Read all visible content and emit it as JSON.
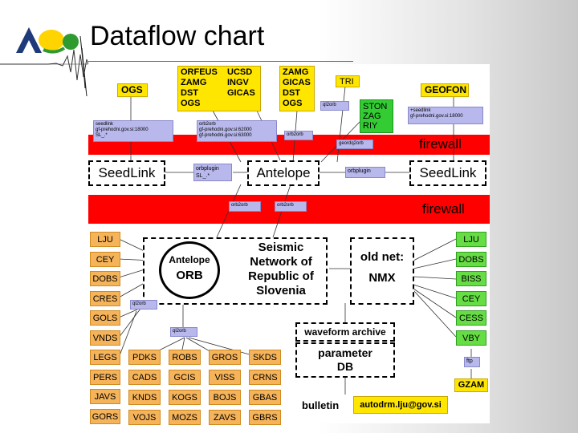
{
  "title": "Dataflow chart",
  "sources": {
    "ogs": "OGS",
    "orfeus": [
      "ORFEUS",
      "ZAMG",
      "DST",
      "OGS"
    ],
    "ucsd": [
      "UCSD",
      "INGV",
      "GICAS"
    ],
    "zamg": [
      "ZAMG",
      "GICAS",
      "DST",
      "OGS"
    ],
    "tri": "TRI",
    "geofon": "GEOFON",
    "ston": [
      "STON",
      "ZAG",
      "RIY"
    ]
  },
  "links": {
    "seedlink_left": [
      "seedlink",
      "gf-prehodni.gov.si:18000",
      "SL_.*"
    ],
    "orb2orb_top": [
      "orb2orb",
      "gf-prehodni.gov.si:62000",
      "gf-prehodni.gov.si:63000"
    ],
    "ql2orb_top": "ql2orb",
    "orb2orb_small": "orb2orb",
    "geoinfo": "geordq2orb",
    "seedlink_right": [
      "+seedlink",
      "gf-prehodni.gov.si:18000"
    ],
    "orbplugin_left": [
      "orbplugin",
      "SL_.*"
    ],
    "orbplugin_right": "orbplugin",
    "orb2orb_mid1": "orb2orb",
    "orb2orb_mid2": "orb2orb",
    "ql2orb_low1": "ql2orb",
    "ql2orb_low2": "ql2orb",
    "ftp": "ftp"
  },
  "firewall": "firewall",
  "nodes": {
    "seedlink_left": "SeedLink",
    "antelope_mid": "Antelope",
    "seedlink_right": "SeedLink",
    "antelope_orb": [
      "Antelope",
      "ORB"
    ],
    "seismic": [
      "Seismic",
      "Network of",
      "Republic of",
      "Slovenia"
    ],
    "oldnet": [
      "old net:",
      "NMX"
    ],
    "waveform": "waveform archive",
    "paramdb": [
      "parameter",
      "DB"
    ],
    "bulletin": "bulletin",
    "autodrm": "autodrm.lju@gov.si"
  },
  "stations_left": [
    "LJU",
    "CEY",
    "DOBS",
    "CRES",
    "GOLS",
    "VNDS",
    "LEGS",
    "PERS",
    "JAVS",
    "GORS"
  ],
  "stations_grid": [
    [
      "PDKS",
      "ROBS",
      "GROS",
      "SKDS"
    ],
    [
      "CADS",
      "GCIS",
      "VISS",
      "CRNS"
    ],
    [
      "KNDS",
      "KOGS",
      "BOJS",
      "GBAS"
    ],
    [
      "VOJS",
      "MOZS",
      "ZAVS",
      "GBRS"
    ]
  ],
  "stations_right": [
    "LJU",
    "DOBS",
    "BISS",
    "CEY",
    "CESS",
    "VBY"
  ],
  "gzam": "GZAM",
  "colors": {
    "yellow": "#ffe600",
    "orange": "#f5b35a",
    "lavender": "#b8b8ec",
    "green": "#33cc33",
    "red": "#ff0000"
  }
}
